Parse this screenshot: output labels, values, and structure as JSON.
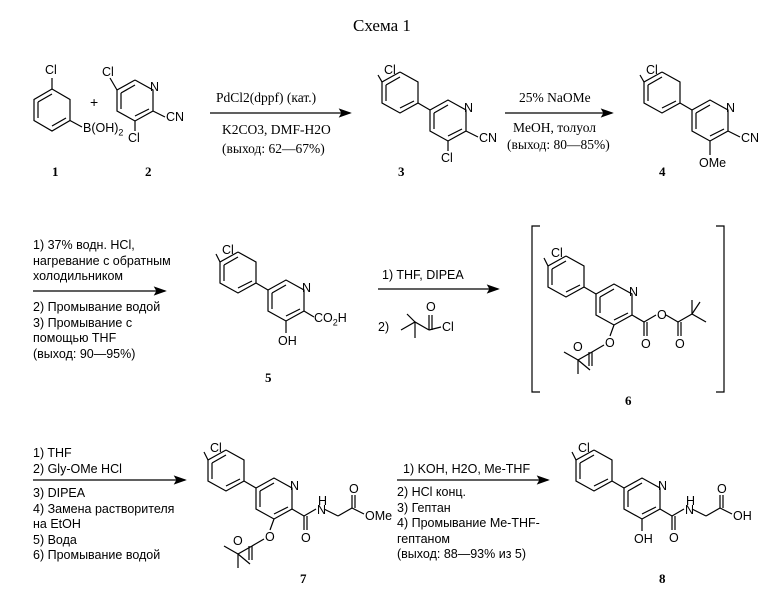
{
  "title": "Схема 1",
  "compounds": {
    "c1": {
      "number": "1",
      "labels": {
        "cl": "Cl",
        "boron": "B(OH)",
        "boron_sub": "2"
      }
    },
    "plus": "+",
    "c2": {
      "number": "2",
      "labels": {
        "cl_top": "Cl",
        "n": "N",
        "cn": "CN",
        "cl_bottom": "Cl"
      }
    },
    "c3": {
      "number": "3",
      "labels": {
        "cl_top": "Cl",
        "n": "N",
        "cn": "CN",
        "cl_bottom": "Cl"
      }
    },
    "c4": {
      "number": "4",
      "labels": {
        "cl_top": "Cl",
        "n": "N",
        "cn": "CN",
        "ome": "OMe"
      }
    },
    "c5": {
      "number": "5",
      "labels": {
        "cl_top": "Cl",
        "n": "N",
        "co2h": "CO",
        "co2h_sub": "2",
        "co2h_end": "H",
        "oh": "OH"
      }
    },
    "c6": {
      "number": "6",
      "labels": {
        "cl_top": "Cl",
        "n": "N",
        "o1": "O",
        "o2": "O",
        "o3": "O",
        "o4": "O",
        "o5": "O"
      }
    },
    "c7": {
      "number": "7",
      "labels": {
        "cl_top": "Cl",
        "n": "N",
        "nh": "H",
        "nh_n": "N",
        "o1": "O",
        "o2": "O",
        "o3": "O",
        "ome": "OMe",
        "o4": "O"
      }
    },
    "c8": {
      "number": "8",
      "labels": {
        "cl_top": "Cl",
        "n": "N",
        "nh": "H",
        "nh_n": "N",
        "oh_ring": "OH",
        "o1": "O",
        "oh_acid": "OH",
        "o2": "O"
      }
    }
  },
  "steps": {
    "step1": {
      "above": [
        "PdCl2(dppf) (кат.)"
      ],
      "below": [
        "K2CO3, DMF-H2O",
        "(выход: 62—67%)"
      ]
    },
    "step2": {
      "above": [
        "25% NaOMe"
      ],
      "below": [
        "MeOH, толуол",
        "(выход: 80—85%)"
      ]
    },
    "step3": {
      "above": [
        "1) 37% водн. HCl,",
        "нагревание с обратным",
        "холодильником"
      ],
      "below": [
        "2) Промывание водой",
        "3) Промывание с",
        "помощью THF",
        "(выход: 90—95%)"
      ]
    },
    "step4": {
      "above": [
        "1) THF, DIPEA"
      ],
      "below_prefix": "2)",
      "reagent_labels": {
        "o": "O",
        "cl": "Cl"
      }
    },
    "step5": {
      "above": [
        "1) THF",
        "2) Gly-OMe HCl"
      ],
      "below": [
        "3) DIPEA",
        "4) Замена растворителя",
        "на EtOH",
        "5) Вода",
        "6) Промывание водой"
      ]
    },
    "step6": {
      "above": [
        "1) KOH, H2O, Me-THF"
      ],
      "below": [
        "2) HCl конц.",
        "3) Гептан",
        "4) Промывание Me-THF-",
        "гептаном",
        "(выход: 88—93% из 5)"
      ]
    }
  }
}
